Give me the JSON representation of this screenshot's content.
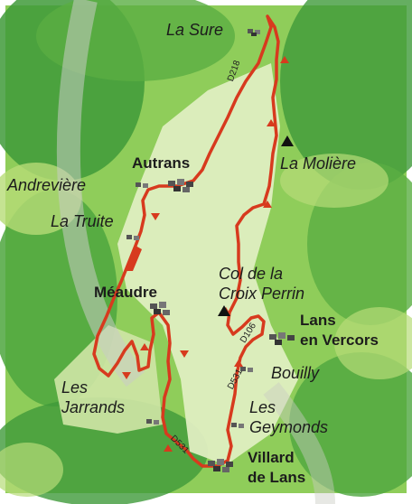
{
  "map": {
    "colors": {
      "route": "#d73a1e",
      "forest_dark": "#3f9a3a",
      "forest_light": "#b7dc77",
      "valley": "#dfeec1",
      "label": "#1c1c1c"
    },
    "places": {
      "la_sure": "La Sure",
      "la_moliere": "La Molière",
      "autrans": "Autrans",
      "andreviere": "Andrevière",
      "la_truite": "La Truite",
      "meaudre": "Méaudre",
      "col_line1": "Col de la",
      "col_line2": "Croix Perrin",
      "lans_line1": "Lans",
      "lans_line2": "en Vercors",
      "bouilly": "Bouilly",
      "geymonds_line1": "Les",
      "geymonds_line2": "Geymonds",
      "jarrands_line1": "Les",
      "jarrands_line2": "Jarrands",
      "villard_line1": "Villard",
      "villard_line2": "de Lans"
    },
    "roads": {
      "d218": "D218",
      "d106": "D106",
      "d531_north": "D531",
      "d531_south": "D531"
    },
    "icons": {
      "summit": "triangle-summit",
      "village": "village-houses",
      "direction": "arrow"
    }
  }
}
